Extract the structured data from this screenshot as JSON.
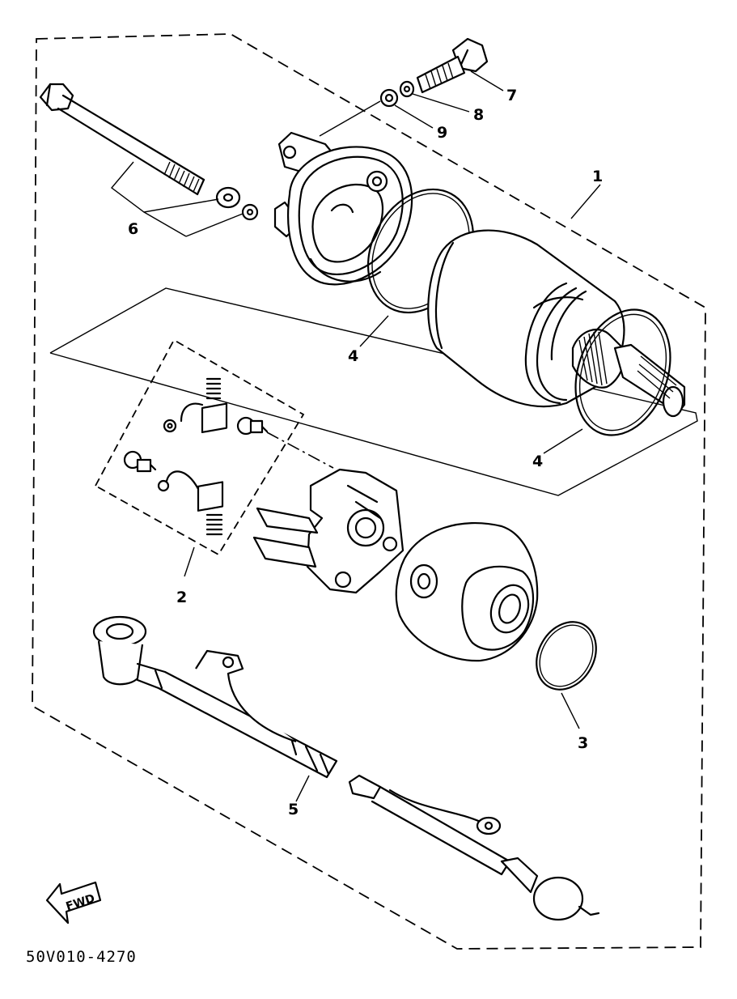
{
  "diagram": {
    "drawing_code": "50V010-4270",
    "direction_marker": "FWD",
    "callouts": {
      "part_1": "1",
      "part_2": "2",
      "part_3": "3",
      "part_4a": "4",
      "part_4b": "4",
      "part_5": "5",
      "part_6": "6",
      "part_7": "7",
      "part_8": "8",
      "part_9": "9"
    }
  }
}
